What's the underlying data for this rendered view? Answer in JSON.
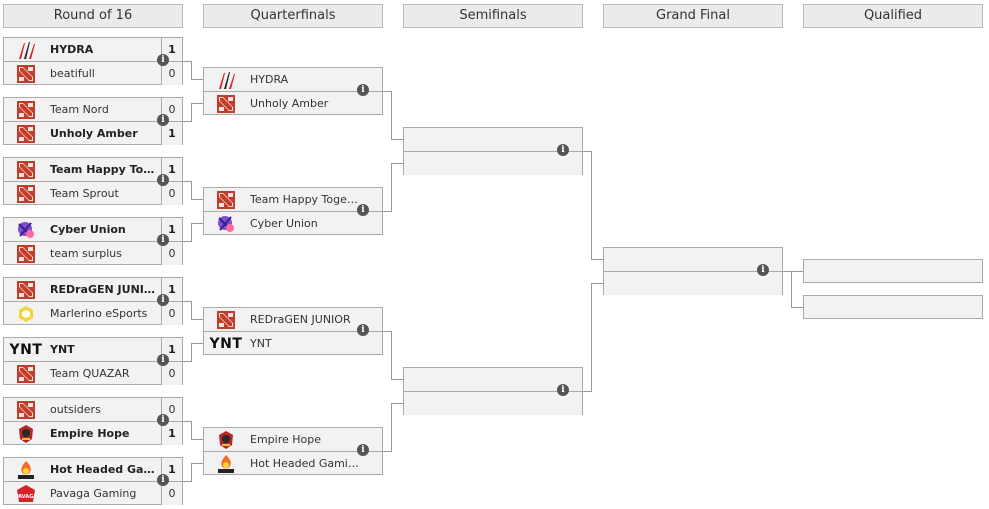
{
  "rounds": [
    "Round of 16",
    "Quarterfinals",
    "Semifinals",
    "Grand Final",
    "Qualified"
  ],
  "colors": {
    "dota_red": "#c23c2a",
    "hydra_red": "#d02020",
    "cyber_purple": "#7b4fd8",
    "yellow": "#f2d33b"
  },
  "r16": [
    [
      {
        "name": "HYDRA",
        "score": "1",
        "win": true,
        "icon": "hydra-icon"
      },
      {
        "name": "beatifull",
        "score": "0",
        "win": false,
        "icon": "dota-icon"
      }
    ],
    [
      {
        "name": "Team Nord",
        "score": "0",
        "win": false,
        "icon": "dota-icon"
      },
      {
        "name": "Unholy Amber",
        "score": "1",
        "win": true,
        "icon": "dota-icon"
      }
    ],
    [
      {
        "name": "Team Happy Toget...",
        "score": "1",
        "win": true,
        "icon": "dota-icon"
      },
      {
        "name": "Team Sprout",
        "score": "0",
        "win": false,
        "icon": "dota-icon"
      }
    ],
    [
      {
        "name": "Cyber Union",
        "score": "1",
        "win": true,
        "icon": "cyber-icon"
      },
      {
        "name": "team surplus",
        "score": "0",
        "win": false,
        "icon": "dota-icon"
      }
    ],
    [
      {
        "name": "REDraGEN JUNIOR",
        "score": "1",
        "win": true,
        "icon": "dota-icon"
      },
      {
        "name": "Marlerino eSports",
        "score": "0",
        "win": false,
        "icon": "marlerino-icon"
      }
    ],
    [
      {
        "name": "YNT",
        "score": "1",
        "win": true,
        "icon": "ynt-icon"
      },
      {
        "name": "Team QUAZAR",
        "score": "0",
        "win": false,
        "icon": "dota-icon"
      }
    ],
    [
      {
        "name": "outsiders",
        "score": "0",
        "win": false,
        "icon": "dota-icon"
      },
      {
        "name": "Empire Hope",
        "score": "1",
        "win": true,
        "icon": "empire-icon"
      }
    ],
    [
      {
        "name": "Hot Headed Gaming",
        "score": "1",
        "win": true,
        "icon": "hothead-icon"
      },
      {
        "name": "Pavaga Gaming",
        "score": "0",
        "win": false,
        "icon": "pavaga-icon"
      }
    ]
  ],
  "qf": [
    [
      {
        "name": "HYDRA",
        "icon": "hydra-icon"
      },
      {
        "name": "Unholy Amber",
        "icon": "dota-icon"
      }
    ],
    [
      {
        "name": "Team Happy Togeth...",
        "icon": "dota-icon"
      },
      {
        "name": "Cyber Union",
        "icon": "cyber-icon"
      }
    ],
    [
      {
        "name": "REDraGEN JUNIOR",
        "icon": "dota-icon"
      },
      {
        "name": "YNT",
        "icon": "ynt-icon"
      }
    ],
    [
      {
        "name": "Empire Hope",
        "icon": "empire-icon"
      },
      {
        "name": "Hot Headed Gaming",
        "icon": "hothead-icon"
      }
    ]
  ],
  "sf": [
    [
      {},
      {}
    ],
    [
      {},
      {}
    ]
  ],
  "gf": [
    [
      {},
      {}
    ]
  ],
  "qualified": [
    {},
    {}
  ],
  "logo_text": {
    "ynt": "YNT",
    "pavaga": "PAVAGA"
  },
  "info_glyph": "i"
}
